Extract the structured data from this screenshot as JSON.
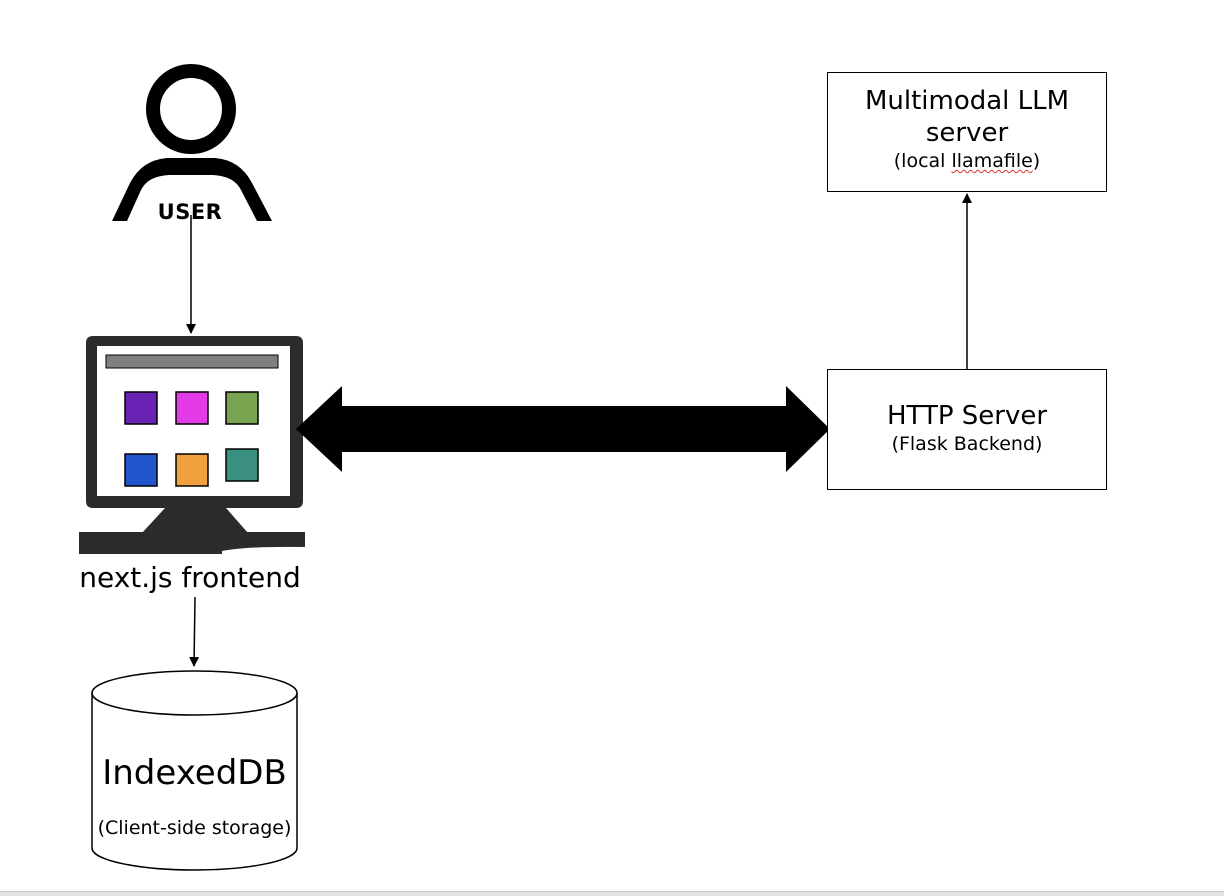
{
  "user": {
    "label": "USER"
  },
  "frontend": {
    "label": "next.js frontend"
  },
  "database": {
    "title": "IndexedDB",
    "subtitle": "(Client-side storage)"
  },
  "http_server": {
    "title": "HTTP Server",
    "subtitle": "(Flask Backend)"
  },
  "llm_server": {
    "title_line1": "Multimodal LLM",
    "title_line2": "server",
    "subtitle_pre": "(local ",
    "subtitle_word": "llamafile",
    "subtitle_post": ")"
  },
  "colors": {
    "tile_purple": "#6a22b4",
    "tile_magenta": "#e33be8",
    "tile_green": "#78a34f",
    "tile_blue": "#2255cc",
    "tile_orange": "#f0a03c",
    "tile_teal": "#3a8f7f",
    "monitor_body": "#2b2b2b",
    "title_bar": "#808080"
  },
  "icons": [
    "user-icon",
    "computer-monitor-icon",
    "database-cylinder-icon"
  ]
}
